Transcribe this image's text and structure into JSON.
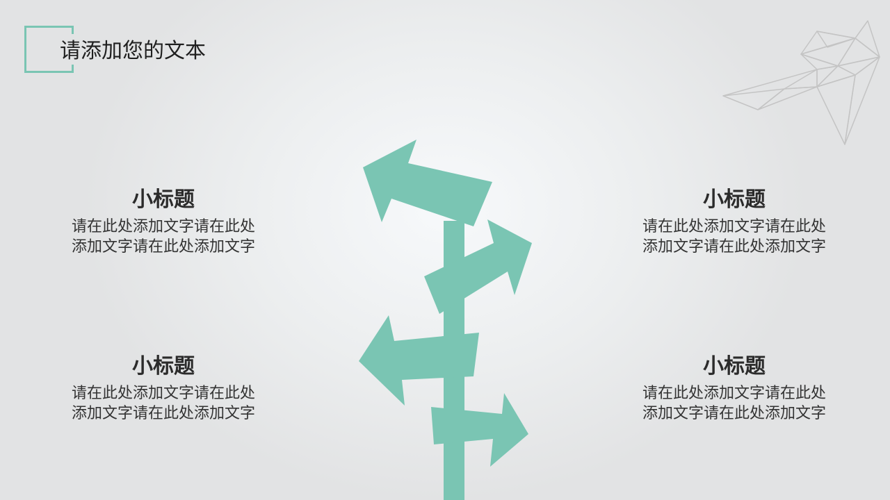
{
  "page": {
    "title": "请添加您的文本"
  },
  "colors": {
    "accent": "#7ac5b3",
    "text": "#2b2b2b",
    "polygon_line": "#c4c4c4"
  },
  "icons": {
    "signpost": "signpost-arrows-icon",
    "decoration": "low-poly-shape"
  },
  "blocks": [
    {
      "heading": "小标题",
      "line1": "请在此处添加文字请在此处",
      "line2": "添加文字请在此处添加文字"
    },
    {
      "heading": "小标题",
      "line1": "请在此处添加文字请在此处",
      "line2": "添加文字请在此处添加文字"
    },
    {
      "heading": "小标题",
      "line1": "请在此处添加文字请在此处",
      "line2": "添加文字请在此处添加文字"
    },
    {
      "heading": "小标题",
      "line1": "请在此处添加文字请在此处",
      "line2": "添加文字请在此处添加文字"
    }
  ]
}
